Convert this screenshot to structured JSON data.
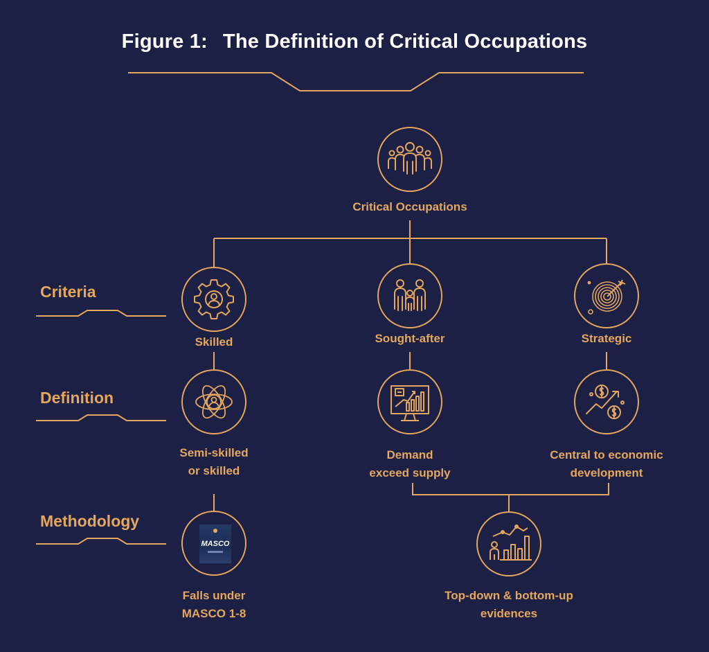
{
  "title": {
    "label": "Figure 1:",
    "text": "The Definition of Critical Occupations"
  },
  "rows": {
    "criteria": "Criteria",
    "definition": "Definition",
    "methodology": "Methodology"
  },
  "nodes": {
    "root": "Critical Occupations",
    "skilled": "Skilled",
    "sought_after": "Sought-after",
    "strategic": "Strategic",
    "semi_skilled": [
      "Semi-skilled",
      "or skilled"
    ],
    "demand": [
      "Demand",
      "exceed supply"
    ],
    "central": [
      "Central to economic",
      "development"
    ],
    "falls_under": [
      "Falls under",
      "MASCO 1-8"
    ],
    "evidence": [
      "Top-down & bottom-up",
      "evidences"
    ]
  },
  "masco_image_text": "MASCO",
  "colors": {
    "background": "#1c2044",
    "accent": "#e5a65e",
    "title": "#ffffff"
  },
  "icons": {
    "root": "group-of-people-icon",
    "skilled": "gear-person-icon",
    "sought_after": "family-icon",
    "strategic": "target-icon",
    "semi_skilled": "orbit-person-icon",
    "demand": "monitor-chart-icon",
    "central": "growth-money-icon",
    "falls_under": "masco-book-image",
    "evidence": "person-bar-chart-icon"
  }
}
